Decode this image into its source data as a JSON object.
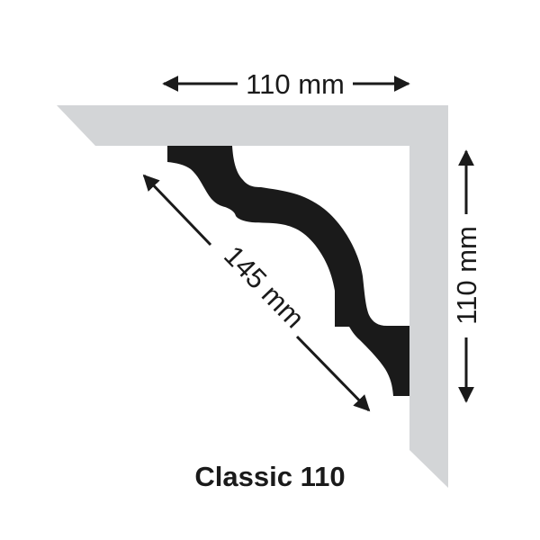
{
  "title": "Classic 110",
  "dimensions": {
    "width_label": "110 mm",
    "height_label": "110 mm",
    "diagonal_label": "145 mm"
  },
  "colors": {
    "wall_ceiling": "#d3d5d7",
    "profile": "#1a1a1a"
  }
}
